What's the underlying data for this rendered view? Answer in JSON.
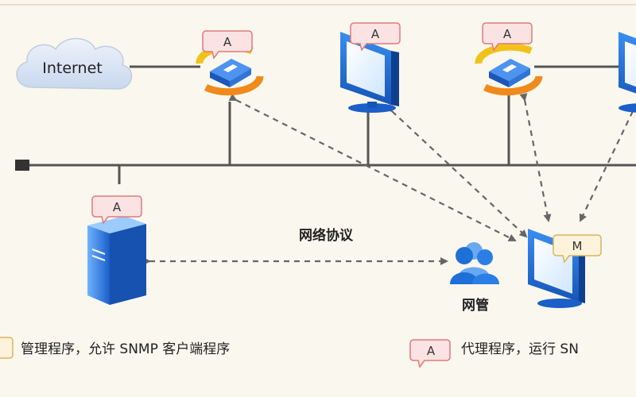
{
  "diagram": {
    "cloud_label": "Internet",
    "protocol_label": "网络协议",
    "manager_label": "网管",
    "agent_tag": "A",
    "manager_tag": "M",
    "legend": {
      "manager_tag": "",
      "manager_text": "管理程序，允许 SNMP 客户端程序",
      "agent_tag": "A",
      "agent_text": "代理程序，运行 SN"
    }
  },
  "colors": {
    "background": "#faf7ee",
    "bus_line": "#555555",
    "dashed_arrow": "#666666",
    "agent_tag_fill": "#fbe3e3",
    "agent_tag_stroke": "#e07a7a",
    "manager_tag_fill": "#fdf3dc",
    "manager_tag_stroke": "#d9b45a",
    "monitor_blue": "#1e6fd6",
    "router_orange": "#f08a1c"
  }
}
